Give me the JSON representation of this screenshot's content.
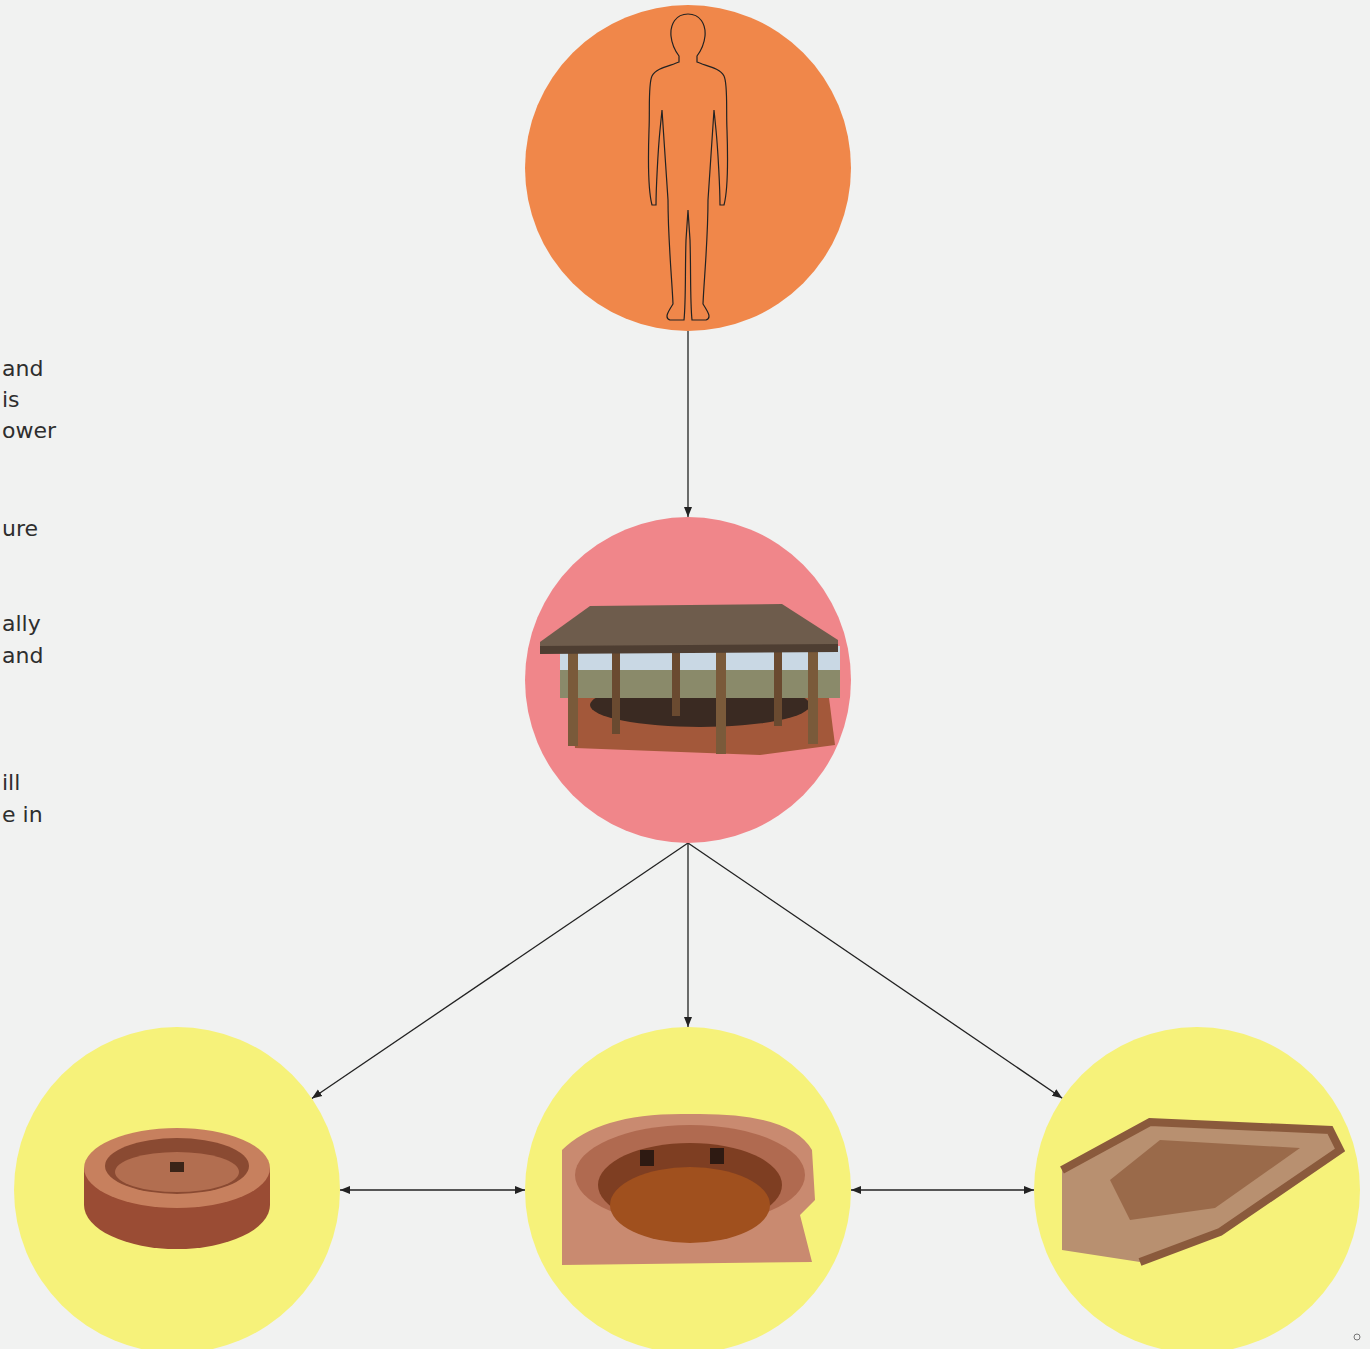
{
  "diagram": {
    "nodes": [
      {
        "text": []
      },
      {
        "text": []
      },
      {
        "text": []
      },
      {
        "text": []
      },
      {
        "text": []
      }
    ],
    "edges": [
      {
        "from": 0,
        "to": 1,
        "arrow": "to"
      },
      {
        "from": 1,
        "to": 2,
        "arrow": "to"
      },
      {
        "from": 1,
        "to": 3,
        "arrow": "to"
      },
      {
        "from": 1,
        "to": 4,
        "arrow": "to"
      },
      {
        "from": 2,
        "to": 3,
        "arrow": "both"
      },
      {
        "from": 3,
        "to": 4,
        "arrow": "both"
      }
    ],
    "labels": [
      "and",
      "is",
      "ower",
      "ure",
      "ally",
      "and",
      "ill",
      "e in"
    ]
  }
}
